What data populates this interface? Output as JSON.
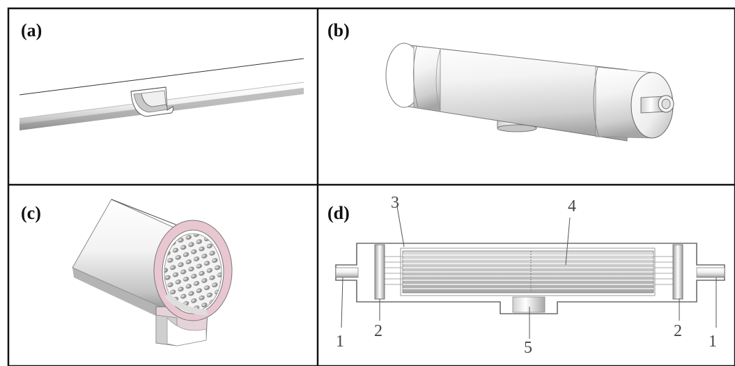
{
  "figure": {
    "panels": [
      {
        "id": "a",
        "label": "(a)"
      },
      {
        "id": "b",
        "label": "(b)"
      },
      {
        "id": "c",
        "label": "(c)"
      },
      {
        "id": "d",
        "label": "(d)"
      }
    ],
    "callouts": {
      "c1_left": "1",
      "c2_left": "2",
      "c3": "3",
      "c4": "4",
      "c5": "5",
      "c2_right": "2",
      "c1_right": "1"
    },
    "colors": {
      "border": "#111111",
      "line": "#555555",
      "shade_dark": "#9a9a9a",
      "shade_light": "#f4f4f4",
      "pink_wall": "#e9c7d0"
    }
  }
}
